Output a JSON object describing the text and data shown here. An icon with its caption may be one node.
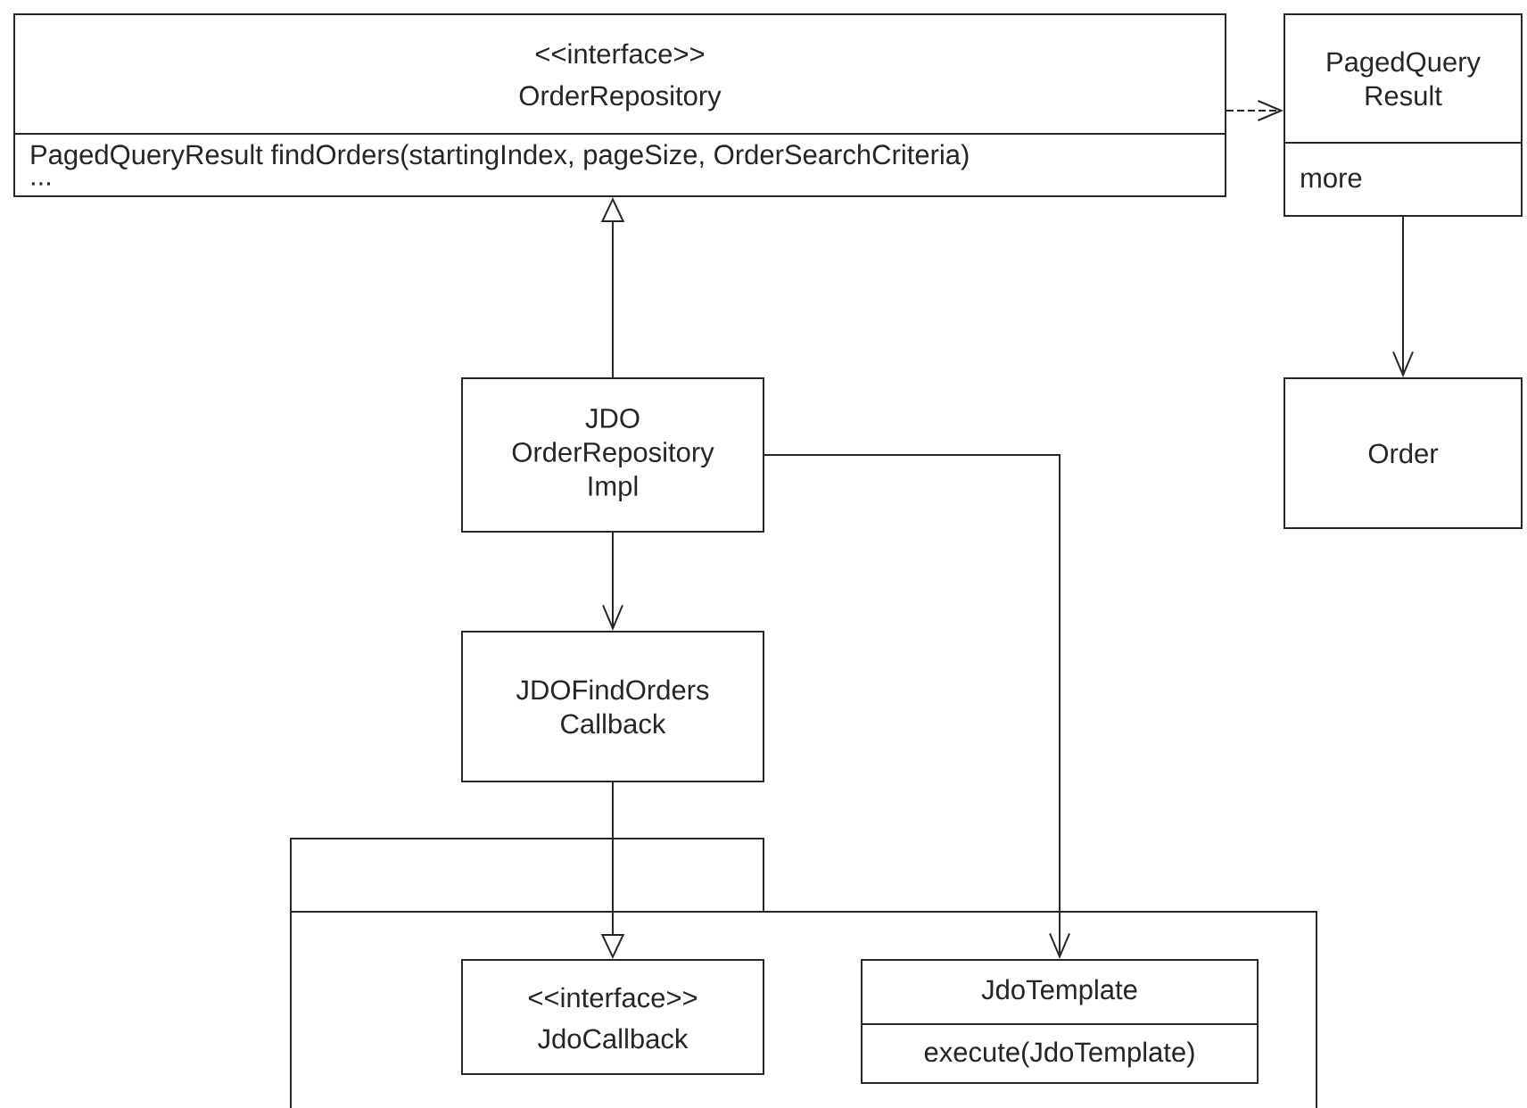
{
  "diagram": {
    "nodes": [
      {
        "text": [
          "<<interface>>",
          "OrderRepository",
          "PagedQueryResult findOrders(startingIndex, pageSize, OrderSearchCriteria)",
          "..."
        ]
      },
      {
        "text": [
          "PagedQuery Result",
          "more"
        ]
      },
      {
        "text": [
          "JDO OrderRepository Impl"
        ]
      },
      {
        "text": [
          "Order"
        ]
      },
      {
        "text": [
          "JDOFindOrders Callback"
        ]
      },
      {
        "text": [],
        "shape": "folder"
      },
      {
        "text": [
          "<<interface>>",
          "JdoCallback"
        ],
        "in": 5
      },
      {
        "text": [
          "JdoTemplate",
          "execute(JdoTemplate)"
        ],
        "in": 5
      }
    ],
    "edges": [
      {
        "from": 0,
        "to": 1,
        "arrow": "to",
        "style": "dashed"
      },
      {
        "from": 2,
        "to": 0,
        "arrow": "to"
      },
      {
        "from": 1,
        "to": 3,
        "arrow": "to"
      },
      {
        "from": 2,
        "to": 4,
        "arrow": "to"
      },
      {
        "from": 4,
        "to": 6,
        "arrow": "to"
      },
      {
        "from": 2,
        "to": 7,
        "arrow": "to"
      }
    ]
  }
}
